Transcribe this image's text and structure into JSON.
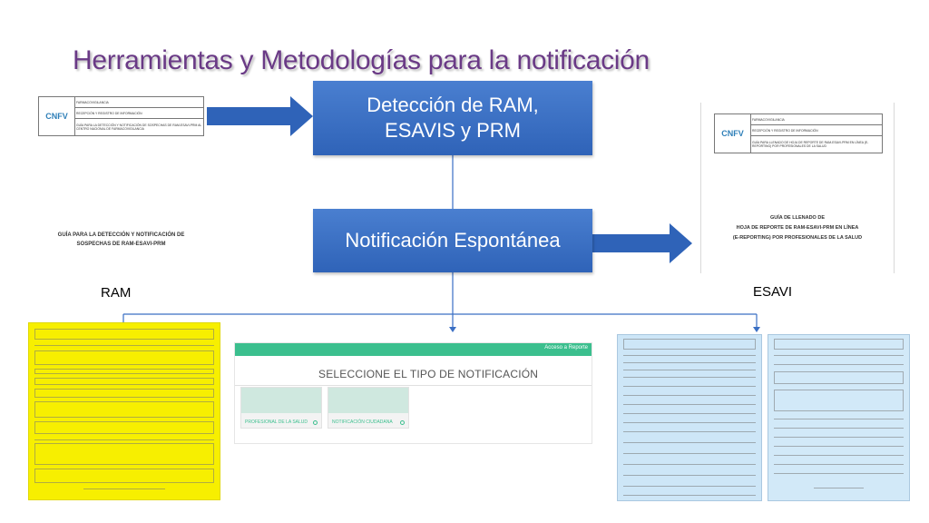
{
  "title": "Herramientas y  Metodologías para la notificación",
  "boxes": {
    "deteccion_line1": "Detección de RAM,",
    "deteccion_line2": "ESAVIS y PRM",
    "notificacion": "Notificación Espontánea"
  },
  "labels": {
    "ram": "RAM",
    "esavi": "ESAVI"
  },
  "doc_left": {
    "logo": "CNFV",
    "header_lines": [
      "FARMACOVIGILANCIA",
      "RECEPCIÓN Y REGISTRO DE INFORMACIÓN",
      "GUÍA PARA LA DETECCIÓN Y NOTIFICACIÓN DE SOSPECHAS DE RAM-ESAVI-PRM AL CENTRO NACIONAL DE FARMACOVIGILANCIA"
    ],
    "caption_line1": "GUÍA PARA LA DETECCIÓN Y NOTIFICACIÓN DE",
    "caption_line2": "SOSPECHAS DE RAM-ESAVI-PRM"
  },
  "doc_right": {
    "logo": "CNFV",
    "header_lines": [
      "FARMACOVIGILANCIA",
      "RECEPCIÓN Y REGISTRO DE INFORMACIÓN",
      "GUÍA PARA LLENADO DE HOJA DE REPORTE DE RAM-ESAVI-PRM EN LÍNEA (E-REPORTING) POR PROFESIONALES DE LA SALUD"
    ],
    "caption_line1": "GUÍA DE LLENADO DE",
    "caption_line2": "HOJA DE REPORTE DE RAM-ESAVI-PRM EN LÍNEA",
    "caption_line3": "(E-REPORTING) POR PROFESIONALES DE LA SALUD"
  },
  "web": {
    "access": "Acceso a Reporte",
    "heading": "SELECCIONE EL TIPO DE NOTIFICACIÓN",
    "card1": "PROFESIONAL DE LA SALUD",
    "card2": "NOTIFICACIÓN CIUDADANA"
  },
  "colors": {
    "box_blue": "#2f63b8",
    "title_purple": "#6a3a86",
    "form_yellow": "#f7ef00",
    "form_blue": "#cde6f7",
    "web_green": "#3bbf8e"
  }
}
